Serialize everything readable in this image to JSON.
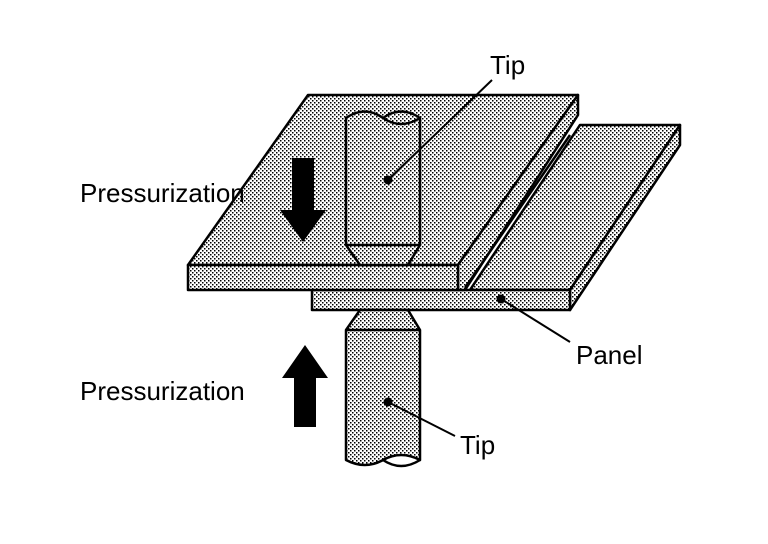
{
  "labels": {
    "tip_top": "Tip",
    "tip_bottom": "Tip",
    "pressurization_top": "Pressurization",
    "pressurization_bottom": "Pressurization",
    "panel": "Panel"
  },
  "colors": {
    "stroke": "#000000",
    "fill_dots": "#000000",
    "background": "#ffffff"
  }
}
